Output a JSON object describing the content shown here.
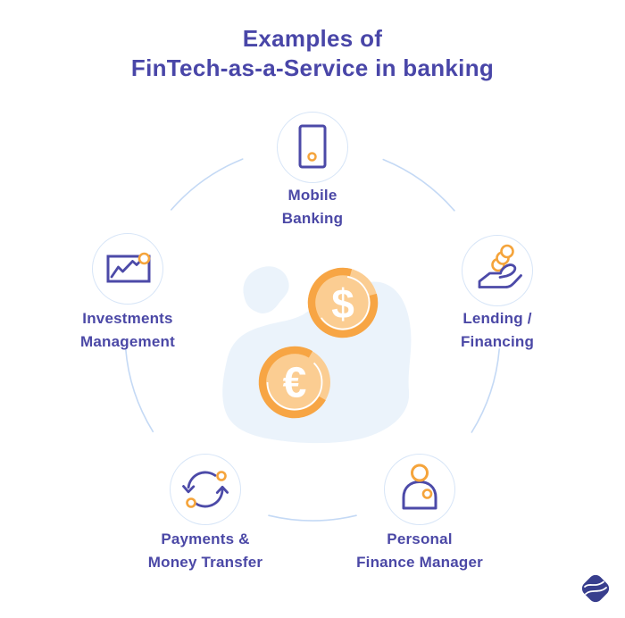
{
  "title": {
    "line1": "Examples of",
    "line2": "FinTech-as-a-Service in banking"
  },
  "items": {
    "mobile_banking": {
      "line1": "Mobile",
      "line2": "Banking",
      "icon": "smartphone-icon"
    },
    "lending_financing": {
      "line1": "Lending /",
      "line2": "Financing",
      "icon": "hand-coins-icon"
    },
    "personal_finance_manager": {
      "line1": "Personal",
      "line2": "Finance Manager",
      "icon": "person-icon"
    },
    "payments_money_transfer": {
      "line1": "Payments &",
      "line2": "Money Transfer",
      "icon": "circular-arrows-icon"
    },
    "investments_management": {
      "line1": "Investments",
      "line2": "Management",
      "icon": "line-chart-icon"
    }
  },
  "center_coins": {
    "dollar_symbol": "$",
    "euro_symbol": "€"
  },
  "logo": {
    "name": "wave-diamond-logo"
  },
  "colors": {
    "purple_text": "#4B48A6",
    "purple_stroke": "#4C4AA8",
    "orange": "#F5A43B",
    "coin_ring": "#F7A544",
    "coin_face": "#FBCD92",
    "node_border": "#D7E5F7",
    "ring_arc": "#C4D9F5",
    "blob": "#EBF3FB",
    "logo_navy": "#383E8D",
    "background": "#FFFFFF"
  }
}
